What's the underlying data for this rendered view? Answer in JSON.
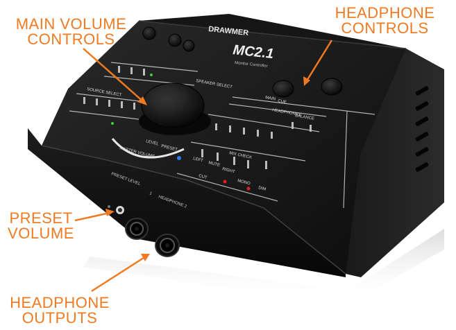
{
  "callouts": {
    "main_volume": {
      "line1": "MAIN VOLUME",
      "line2": "CONTROLS"
    },
    "headphone_controls": {
      "line1": "HEADPHONE",
      "line2": "CONTROLS"
    },
    "preset_volume": {
      "line1": "PRESET",
      "line2": "VOLUME"
    },
    "headphone_outputs": {
      "line1": "HEADPHONE",
      "line2": "OUTPUTS"
    }
  },
  "device": {
    "brand": "DRAWMER",
    "model": "MC2.1",
    "model_subtitle": "Monitor Controller",
    "panel_labels": {
      "speaker_select": "SPEAKER SELECT",
      "master_volume": "MASTER VOLUME",
      "headphones": "HEADPHONES",
      "mix_check": "MIX CHECK",
      "source_select": "SOURCE SELECT",
      "preset_level": "PRESET LEVEL",
      "headphone_1": "1",
      "headphone_2": "HEADPHONE 2",
      "level": "LEVEL",
      "preset": "PRESET",
      "balance": "BALANCE",
      "mono": "MONO",
      "dim": "DIM",
      "cut": "CUT",
      "left": "LEFT",
      "right": "RIGHT",
      "mute": "MUTE",
      "cue": "CUE",
      "main": "MAIN"
    }
  },
  "colors": {
    "accent": "#f07a22",
    "chassis": "#121212",
    "panel_print": "#d8d8d8",
    "led_blue": "#2f7bff",
    "led_red": "#e0201c",
    "led_green": "#39d13a"
  }
}
